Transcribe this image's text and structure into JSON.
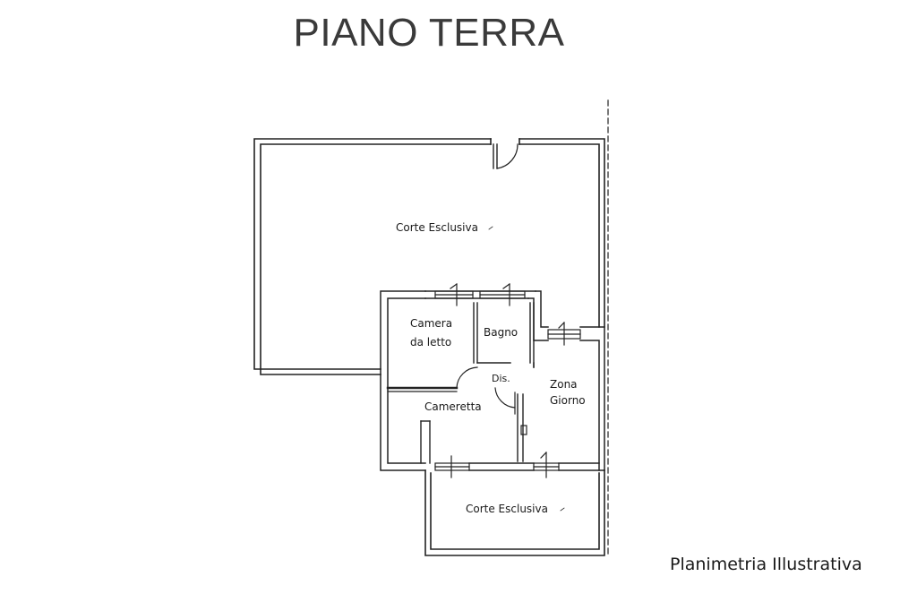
{
  "title": "PIANO TERRA",
  "caption": "Planimetria Illustrativa",
  "rooms": {
    "corte_top": "Corte Esclusiva",
    "camera_line1": "Camera",
    "camera_line2": "da letto",
    "bagno": "Bagno",
    "disimpegno": "Dis.",
    "zona_line1": "Zona",
    "zona_line2": "Giorno",
    "cameretta": "Cameretta",
    "corte_bottom": "Corte Esclusiva"
  }
}
